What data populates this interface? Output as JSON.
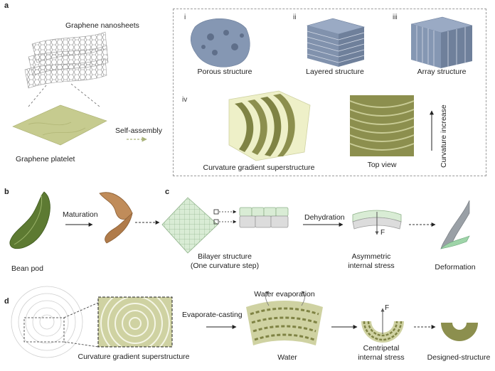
{
  "panel_a": {
    "label": "a",
    "graphene_nanosheets": "Graphene nanosheets",
    "graphene_platelet": "Graphene  platelet",
    "self_assembly": "Self-assembly",
    "structures": [
      {
        "numeral": "i",
        "label": "Porous structure"
      },
      {
        "numeral": "ii",
        "label": "Layered structure"
      },
      {
        "numeral": "iii",
        "label": "Array structure"
      }
    ],
    "iv_numeral": "iv",
    "curvature_gradient_superstructure": "Curvature gradient superstructure",
    "top_view": "Top view",
    "curvature_increase": "Curvature increase"
  },
  "panel_b": {
    "label": "b",
    "bean_pod": "Bean pod",
    "maturation": "Maturation"
  },
  "panel_c": {
    "label": "c",
    "bilayer_line1": "Bilayer structure",
    "bilayer_line2": "(One curvature step)",
    "dehydration": "Dehydration",
    "force": "F",
    "asym_line1": "Asymmetric",
    "asym_line2": "internal stress",
    "deformation": "Deformation"
  },
  "panel_d": {
    "label": "d",
    "evaporate_casting": "Evaporate-casting",
    "curvature_gradient_superstructure": "Curvature gradient superstructure",
    "water_evaporation": "Water evaporation",
    "water": "Water",
    "force": "F",
    "centripetal_line1": "Centripetal",
    "centripetal_line2": "internal stress",
    "designed_structure": "Designed-structure"
  },
  "colors": {
    "olive": "#8c8f4e",
    "olive_light": "#cfd2a2",
    "platelet": "#c6cb8f",
    "blue_gray": "#8597b3",
    "green_cell": "#d9ecd5",
    "gray_cell": "#dcdcdc",
    "bean_green": "#5d7a32",
    "pod_brown": "#c08c5a"
  }
}
